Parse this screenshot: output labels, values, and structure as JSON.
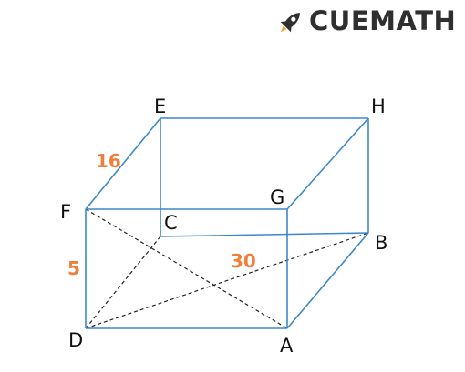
{
  "brand": {
    "name": "CUEMATH",
    "logo_icon": "rocket-icon",
    "text_color": "#2f2f2f"
  },
  "figure": {
    "shape": "rectangular-prism",
    "edge_color": "#3d88c7",
    "diagonal_color": "#222222",
    "label_color": "#111111",
    "measure_color": "#f07f3c",
    "vertices": {
      "A": "A",
      "B": "B",
      "C": "C",
      "D": "D",
      "E": "E",
      "F": "F",
      "G": "G",
      "H": "H"
    },
    "measurements": {
      "edge_FE": "16",
      "edge_FD": "5",
      "diagonal": "30"
    }
  }
}
